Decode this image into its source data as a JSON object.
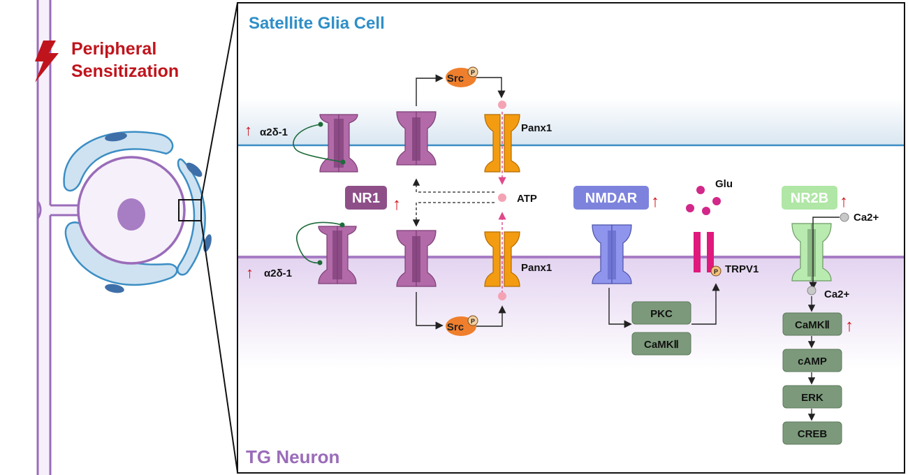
{
  "left": {
    "title_line1": "Peripheral",
    "title_line2": "Sensitization"
  },
  "panel": {
    "glia_title": "Satellite Glia Cell",
    "neuron_title": "TG Neuron"
  },
  "labels": {
    "alpha_top": "α2δ-1",
    "alpha_bottom": "α2δ-1",
    "src_top": "Src",
    "src_bottom": "Src",
    "p": "P",
    "panx_top": "Panx1",
    "panx_bottom": "Panx1",
    "atp": "ATP",
    "nr1": "NR1",
    "nmdar": "NMDAR",
    "glu": "Glu",
    "nr2b": "NR2B",
    "ca_top": "Ca2+",
    "ca_bottom": "Ca2+",
    "trpv1": "TRPV1"
  },
  "boxes": {
    "pkc": "PKC",
    "camk_left": "CaMKⅡ",
    "camk_right": "CaMKⅡ",
    "camp": "cAMP",
    "erk": "ERK",
    "creb": "CREB"
  },
  "colors": {
    "glia_blue": "#2f8fc7",
    "neuron_purple": "#9a6cb9",
    "sensitization_red": "#c0141c",
    "up_arrow_red": "#d2141b",
    "nr1_receptor": "#b26aa8",
    "panx_orange": "#f39c12",
    "src_orange": "#ef7f2c",
    "nmdar_blue": "#8f95ec",
    "nr2b_green": "#b9ebb0",
    "trpv1_pink": "#e0197c",
    "cascade_box": "#7c9a7b"
  }
}
